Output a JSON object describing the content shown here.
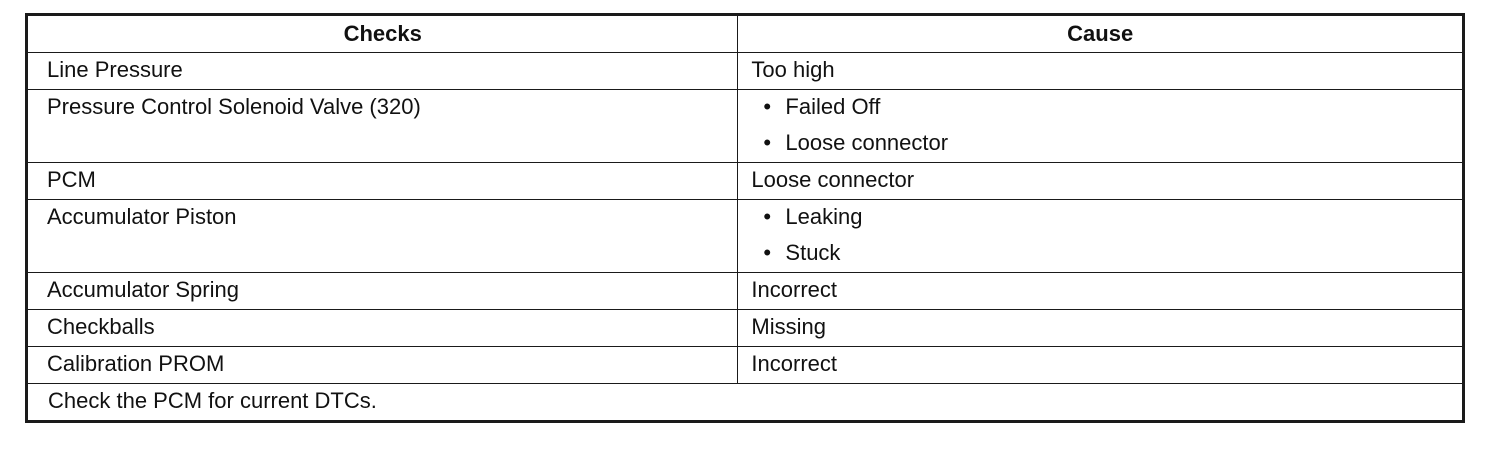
{
  "table": {
    "headers": {
      "checks": "Checks",
      "cause": "Cause"
    },
    "rows": [
      {
        "check": "Line Pressure",
        "cause": [
          "Too high"
        ]
      },
      {
        "check": "Pressure Control Solenoid Valve (320)",
        "cause": [
          "Failed Off",
          "Loose connector"
        ]
      },
      {
        "check": "PCM",
        "cause": [
          "Loose connector"
        ]
      },
      {
        "check": "Accumulator Piston",
        "cause": [
          "Leaking",
          "Stuck"
        ]
      },
      {
        "check": "Accumulator Spring",
        "cause": [
          "Incorrect"
        ]
      },
      {
        "check": "Checkballs",
        "cause": [
          "Missing"
        ]
      },
      {
        "check": "Calibration PROM",
        "cause": [
          "Incorrect"
        ]
      }
    ],
    "note": "Check the PCM for current DTCs."
  },
  "bullet_glyph": "•"
}
